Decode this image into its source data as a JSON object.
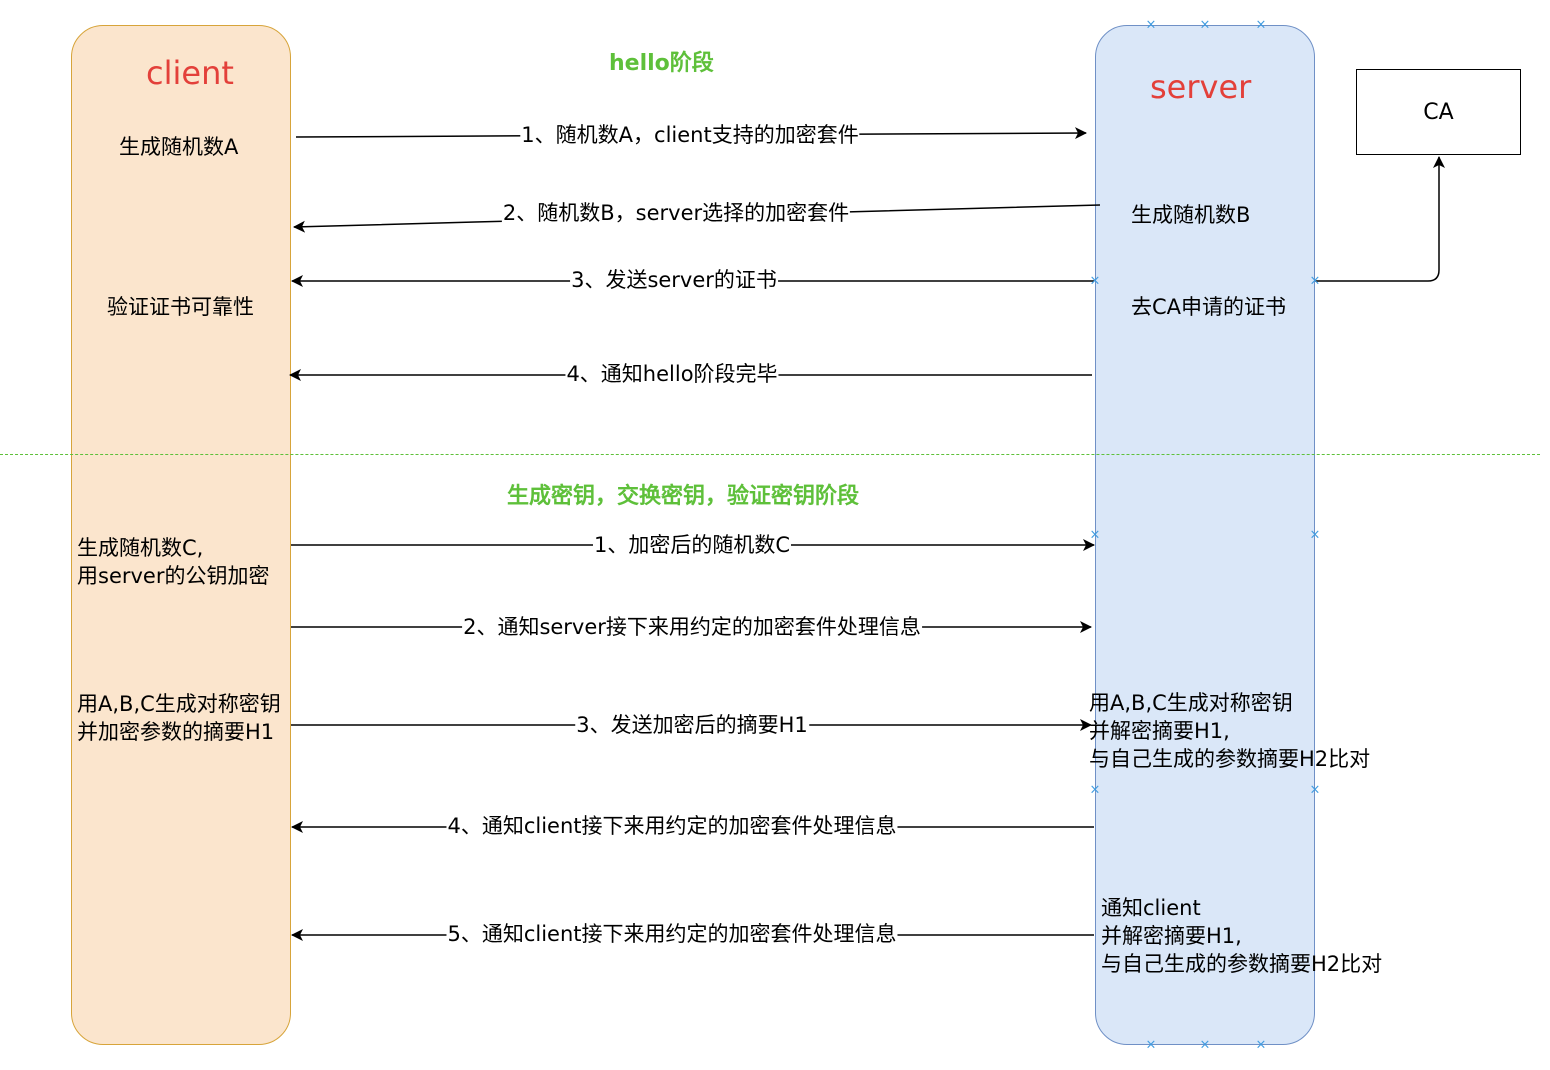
{
  "client": {
    "title": "client",
    "notes": {
      "gen_random_a": "生成随机数A",
      "verify_cert": "验证证书可靠性",
      "gen_random_c": "生成随机数C,\n用server的公钥加密",
      "gen_sym_key": "用A,B,C生成对称密钥\n并加密参数的摘要H1"
    }
  },
  "server": {
    "title": "server",
    "notes": {
      "gen_random_b": "生成随机数B",
      "apply_ca_cert": "去CA申请的证书",
      "gen_sym_key_verify": "用A,B,C生成对称密钥\n并解密摘要H1,\n与自己生成的参数摘要H2比对",
      "notify_client_verify": "通知client\n并解密摘要H1,\n与自己生成的参数摘要H2比对"
    }
  },
  "ca": {
    "label": "CA"
  },
  "phases": {
    "hello": "hello阶段",
    "key": "生成密钥，交换密钥，验证密钥阶段"
  },
  "hello_messages": [
    "1、随机数A，client支持的加密套件",
    "2、随机数B，server选择的加密套件",
    "3、发送server的证书",
    "4、通知hello阶段完毕"
  ],
  "key_messages": [
    "1、加密后的随机数C",
    "2、通知server接下来用约定的加密套件处理信息",
    "3、发送加密后的摘要H1",
    "4、通知client接下来用约定的加密套件处理信息",
    "5、通知client接下来用约定的加密套件处理信息"
  ],
  "colors": {
    "client_fill": "#fbe5cd",
    "client_border": "#d7a43a",
    "server_fill": "#dae7f8",
    "server_border": "#6f90c6",
    "lane_title": "#e3403a",
    "phase_label": "#5ec03a",
    "divider": "#5ec03a"
  }
}
